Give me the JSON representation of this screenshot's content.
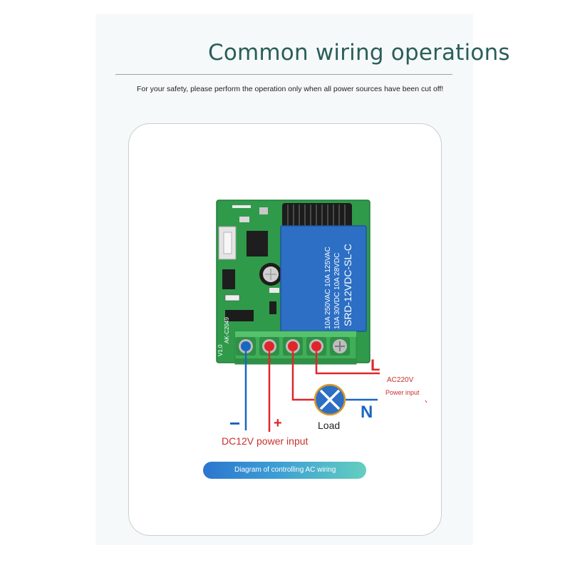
{
  "header": {
    "title": "Common wiring operations",
    "subtitle": "For your safety, please perform the operation only when all power sources have been cut off!"
  },
  "board": {
    "relay_text": [
      "10A 250VAC  10A 125VAC",
      "10A 30VDC  10A 28VDC",
      "SRD-12VDC-SL-C"
    ],
    "pcb_label": "AK-C2049",
    "pcb_version": "V1.0"
  },
  "wiring": {
    "line_label": "L",
    "ac_label": "AC220V",
    "ac_sub": "Power input",
    "neutral_label": "N",
    "load_label": "Load",
    "minus": "−",
    "plus": "+",
    "dc_label": "DC12V power input"
  },
  "footer": {
    "caption": "Diagram of controlling AC wiring"
  },
  "colors": {
    "title": "#2a5e5a",
    "pcb_green": "#2f9a4a",
    "relay_blue": "#2c6fc4",
    "terminal_green": "#3fae58",
    "wire_blue": "#1a66c2",
    "wire_red": "#e0262a"
  }
}
